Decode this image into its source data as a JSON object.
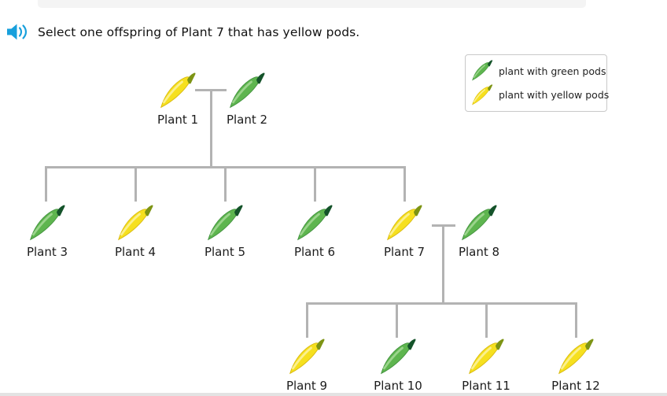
{
  "question": {
    "text": "Select one offspring of Plant 7 that has yellow pods.",
    "audio_icon": "speaker-audio-icon"
  },
  "legend": {
    "items": [
      {
        "pods": "green",
        "label": "plant with green pods"
      },
      {
        "pods": "yellow",
        "label": "plant with yellow pods"
      }
    ]
  },
  "plants": [
    {
      "name": "Plant 1",
      "pods": "yellow"
    },
    {
      "name": "Plant 2",
      "pods": "green"
    },
    {
      "name": "Plant 3",
      "pods": "green"
    },
    {
      "name": "Plant 4",
      "pods": "yellow"
    },
    {
      "name": "Plant 5",
      "pods": "green"
    },
    {
      "name": "Plant 6",
      "pods": "green"
    },
    {
      "name": "Plant 7",
      "pods": "yellow"
    },
    {
      "name": "Plant 8",
      "pods": "green"
    },
    {
      "name": "Plant 9",
      "pods": "yellow"
    },
    {
      "name": "Plant 10",
      "pods": "green"
    },
    {
      "name": "Plant 11",
      "pods": "yellow"
    },
    {
      "name": "Plant 12",
      "pods": "yellow"
    }
  ],
  "colors": {
    "audio_accent": "#18a0dc",
    "tree_line": "#b3b3b3",
    "pod_green": "#5eb54f",
    "pod_green_tip": "#14532a",
    "pod_yellow": "#f6e01f",
    "pod_yellow_tip": "#7d9414"
  }
}
